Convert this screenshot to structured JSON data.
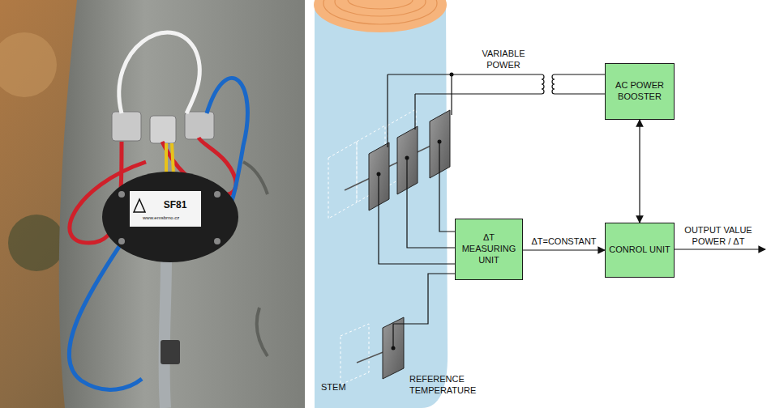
{
  "diagram": {
    "nodes": [
      {
        "text": [
          "AC POWER BOOSTER"
        ]
      },
      {
        "text": [
          "ΔT MEASURING UNIT"
        ]
      },
      {
        "text": [
          "CONROL UNIT"
        ]
      }
    ],
    "edges": [
      {
        "from": 1,
        "to": 2,
        "arrow": "to",
        "label": "ΔT=CONSTANT"
      },
      {
        "from": 0,
        "to": 2,
        "arrow": "both"
      }
    ],
    "labels": [
      "SF81",
      "www.emsbrno.cz",
      "VARIABLE POWER",
      "OUTPUT VALUE POWER / ΔT",
      "REFERENCE TEMPERATURE",
      "STEM"
    ]
  }
}
